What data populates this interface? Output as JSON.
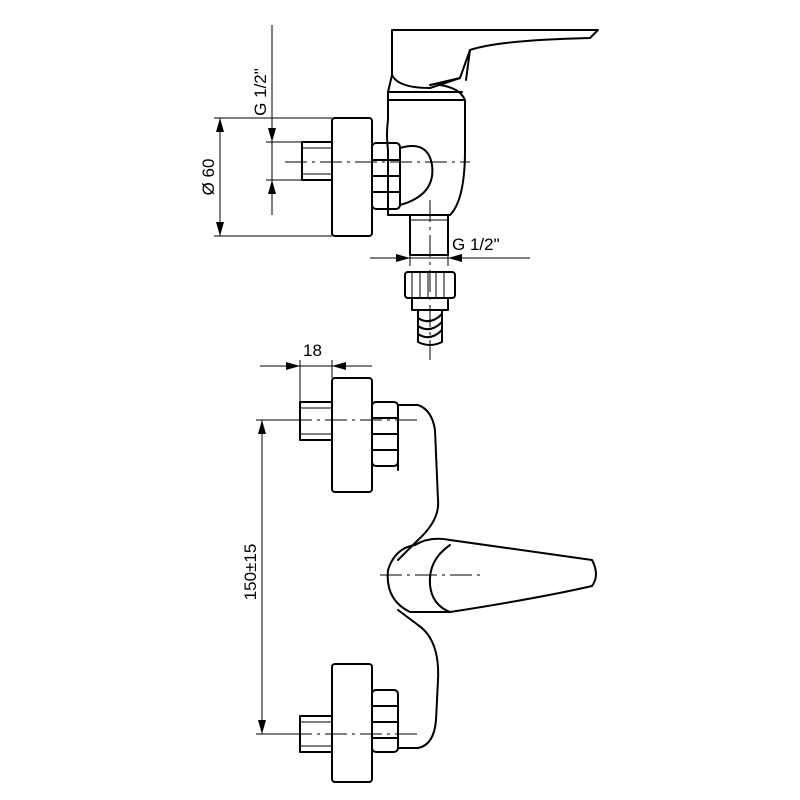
{
  "dimensions": {
    "side_thread_top": "G  1/2\"",
    "side_diameter": "Ø 60",
    "side_thread_bottom": "G  1/2\"",
    "front_width": "18",
    "front_spacing": "150±15"
  }
}
